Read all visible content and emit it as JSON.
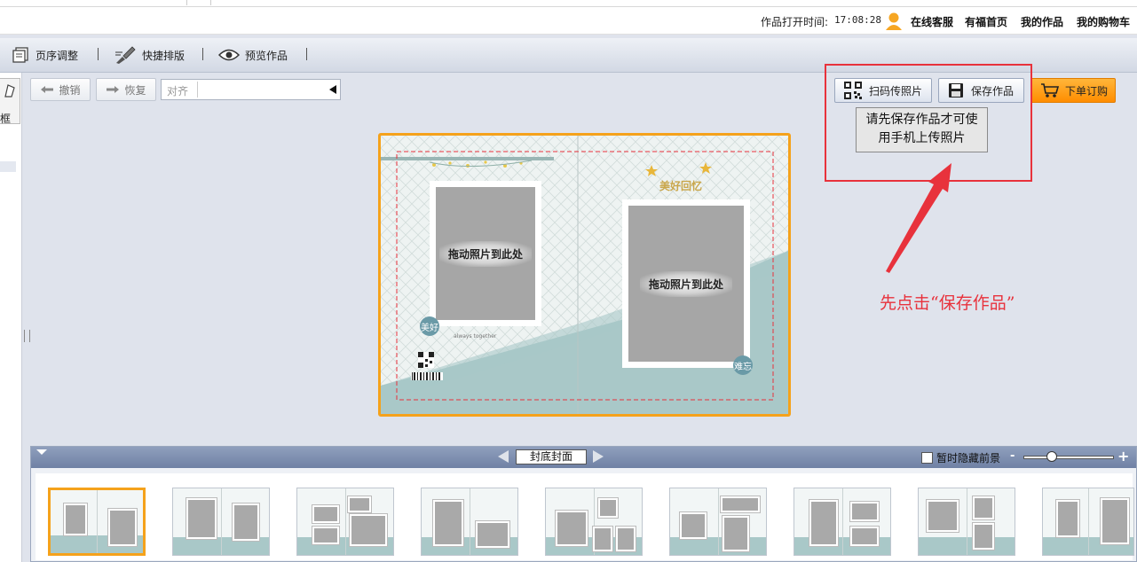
{
  "header": {
    "open_time_label": "作品打开时间:",
    "open_time_value": "17:08:28",
    "links": [
      "在线客服",
      "有福首页",
      "我的作品",
      "我的购物车"
    ]
  },
  "toolbar": {
    "page_adjust": "页序调整",
    "quick_layout": "快捷排版",
    "preview": "预览作品"
  },
  "left_panel": {
    "tab_label": "框"
  },
  "edit": {
    "undo": "撤销",
    "redo": "恢复",
    "align_label": "对齐"
  },
  "actions": {
    "scan_upload": "扫码传照片",
    "save": "保存作品",
    "order": "下单订购",
    "tooltip_line1": "请先保存作品才可使",
    "tooltip_line2": "用手机上传照片"
  },
  "annotation": "先点击“保存作品”",
  "canvas": {
    "drop_hint": "拖动照片到此处",
    "title_art": "美好回忆",
    "circle_left": "美好",
    "circle_right": "难忘",
    "small_caption": "always together"
  },
  "bottom": {
    "page_name": "封底封面",
    "hide_foreground": "暂时隐藏前景",
    "zoom_minus": "-",
    "zoom_plus": "+",
    "zoom_level": 0.3
  },
  "colors": {
    "accent_orange": "#f5a21b",
    "annotation_red": "#e8323c",
    "teal": "#a9c8c8"
  }
}
